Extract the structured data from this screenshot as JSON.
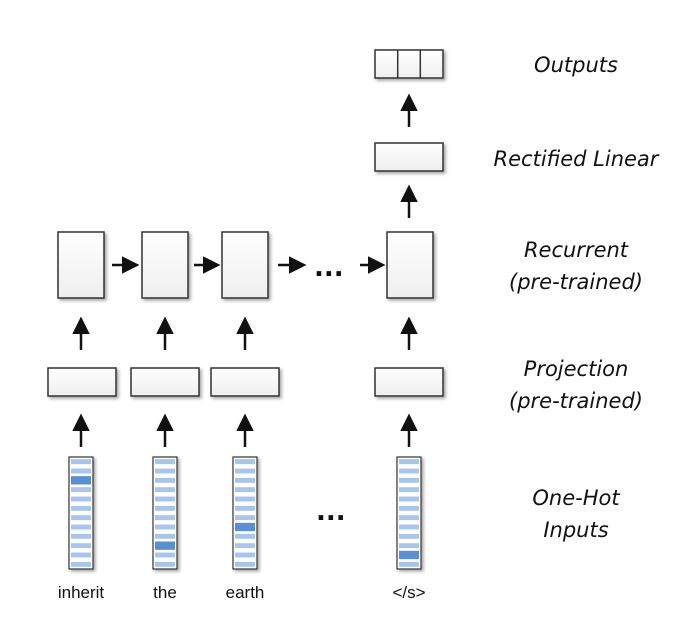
{
  "layers": {
    "outputs": "Outputs",
    "rectified": "Rectified Linear",
    "recurrent_line1": "Recurrent",
    "recurrent_line2": "(pre-trained)",
    "projection_line1": "Projection",
    "projection_line2": "(pre-trained)",
    "onehot_line1": "One-Hot",
    "onehot_line2": "Inputs"
  },
  "ellipsis": "...",
  "tokens": [
    {
      "word": "inherit",
      "hot_index": 2
    },
    {
      "word": "the",
      "hot_index": 9
    },
    {
      "word": "earth",
      "hot_index": 7
    },
    {
      "word": "</s>",
      "hot_index": 10
    }
  ],
  "colors": {
    "hot": "#5b8fd0",
    "cold": "#a9c6ea",
    "box_stroke": "#333333"
  }
}
